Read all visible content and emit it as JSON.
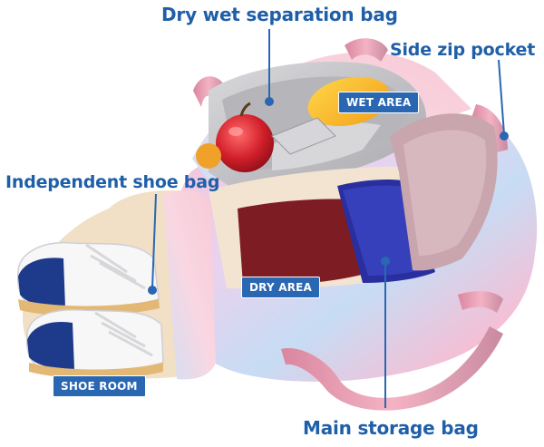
{
  "callouts": {
    "dry_wet": "Dry wet separation bag",
    "side_zip": "Side zip pocket",
    "shoe_bag": "Independent shoe bag",
    "main_storage": "Main storage bag"
  },
  "tags": {
    "wet_area": "WET AREA",
    "dry_area": "DRY AREA",
    "shoe_room": "SHOE ROOM"
  },
  "colors": {
    "callout_text": "#1f5fa8",
    "tag_bg": "#2a67b3",
    "pointer": "#2a67b3",
    "bag_pink": "#f2b6cf",
    "bag_blue": "#b9d5f0",
    "lining_silver": "#c9c9cc",
    "strap_pink": "#e9a0b3"
  }
}
